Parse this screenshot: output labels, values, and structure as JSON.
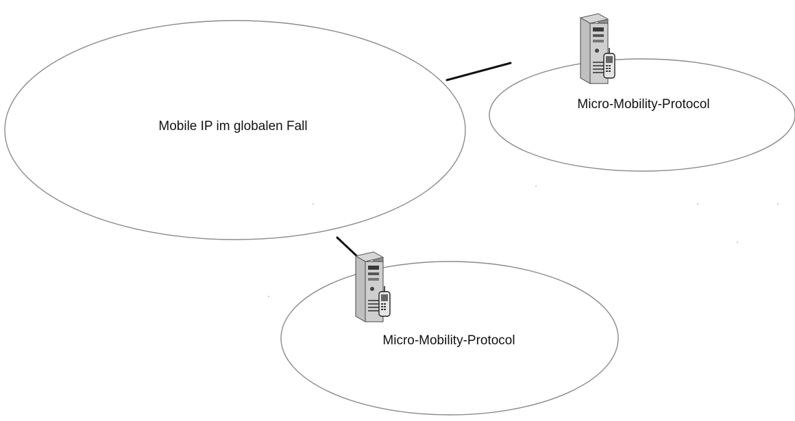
{
  "diagram": {
    "global_domain": {
      "label": "Mobile IP im globalen Fall"
    },
    "micro_domain_right": {
      "label": "Micro-Mobility-Protocol",
      "gateway_icon": "server-with-mobile-phone-icon"
    },
    "micro_domain_bottom": {
      "label": "Micro-Mobility-Protocol",
      "gateway_icon": "server-with-mobile-phone-icon"
    }
  },
  "colors": {
    "background": "#ffffff",
    "ellipse_stroke": "#8a8a8a",
    "link": "#111111",
    "text": "#111111"
  }
}
